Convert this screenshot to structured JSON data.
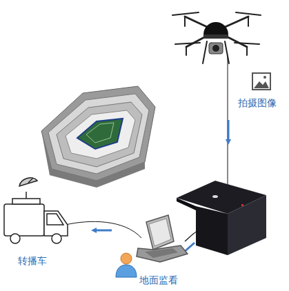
{
  "diagram": {
    "labels": [
      "拍摄图像",
      "转播车",
      "地面监看"
    ]
  }
}
